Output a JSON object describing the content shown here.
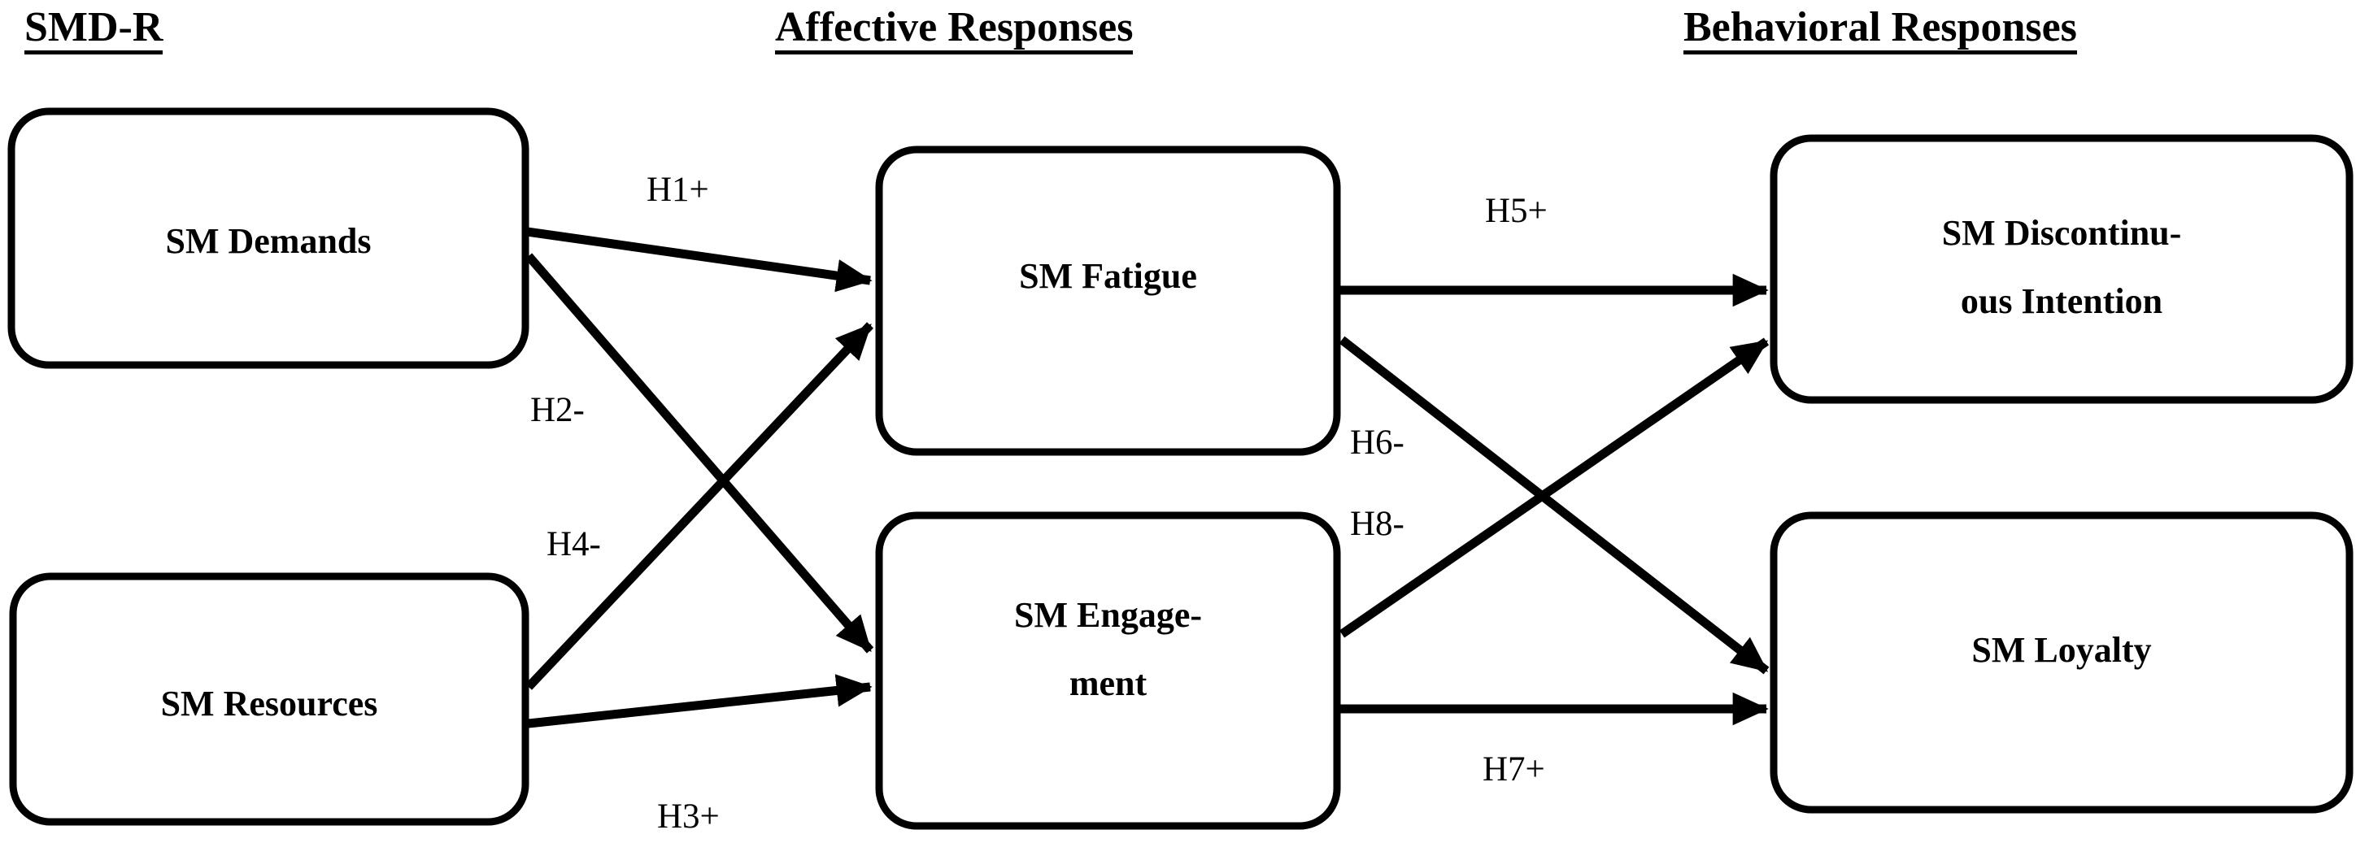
{
  "figure": {
    "type": "conceptual-research-model",
    "background_color": "#ffffff",
    "stroke_color": "#000000"
  },
  "columns": [
    {
      "id": "smdr",
      "title": "SMD-R"
    },
    {
      "id": "affective",
      "title": "Affective Responses"
    },
    {
      "id": "behavioral",
      "title": "Behavioral Responses"
    }
  ],
  "nodes": [
    {
      "id": "sm-demands",
      "label": "SM Demands",
      "column": "smdr"
    },
    {
      "id": "sm-resources",
      "label": "SM Resources",
      "column": "smdr"
    },
    {
      "id": "sm-fatigue",
      "label": "SM Fatigue",
      "column": "affective"
    },
    {
      "id": "sm-engagement",
      "label": "SM Engage-\nment",
      "column": "affective"
    },
    {
      "id": "sm-discontinuous-intention",
      "label": "SM Discontinu-\nous Intention",
      "column": "behavioral"
    },
    {
      "id": "sm-loyalty",
      "label": "SM Loyalty",
      "column": "behavioral"
    }
  ],
  "edges": [
    {
      "id": "h1",
      "label": "H1+",
      "from": "sm-demands",
      "to": "sm-fatigue",
      "sign": "+"
    },
    {
      "id": "h2",
      "label": "H2-",
      "from": "sm-demands",
      "to": "sm-engagement",
      "sign": "-"
    },
    {
      "id": "h3",
      "label": "H3+",
      "from": "sm-resources",
      "to": "sm-engagement",
      "sign": "+"
    },
    {
      "id": "h4",
      "label": "H4-",
      "from": "sm-resources",
      "to": "sm-fatigue",
      "sign": "-"
    },
    {
      "id": "h5",
      "label": "H5+",
      "from": "sm-fatigue",
      "to": "sm-discontinuous-intention",
      "sign": "+"
    },
    {
      "id": "h6",
      "label": "H6-",
      "from": "sm-fatigue",
      "to": "sm-loyalty",
      "sign": "-"
    },
    {
      "id": "h7",
      "label": "H7+",
      "from": "sm-engagement",
      "to": "sm-loyalty",
      "sign": "+"
    },
    {
      "id": "h8",
      "label": "H8-",
      "from": "sm-engagement",
      "to": "sm-discontinuous-intention",
      "sign": "-"
    }
  ]
}
